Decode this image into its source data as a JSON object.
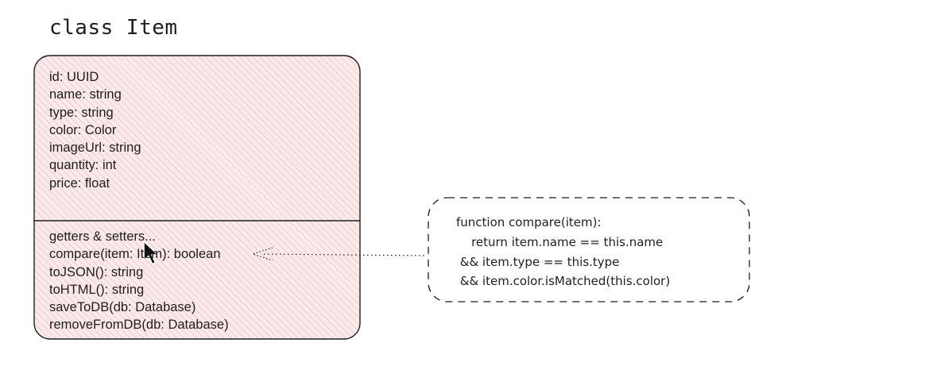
{
  "diagram": {
    "class_title": "class Item",
    "fields": [
      "id: UUID",
      "name: string",
      "type: string",
      "color: Color",
      "imageUrl: string",
      "quantity: int",
      "price: float"
    ],
    "methods": [
      "getters & setters...",
      "compare(item: Item): boolean",
      "toJSON(): string",
      "toHTML(): string",
      "saveToDB(db: Database)",
      "removeFromDB(db: Database)"
    ],
    "note_lines": [
      "function compare(item):",
      "    return item.name == this.name",
      " && item.type == this.type",
      " && item.color.isMatched(this.color)"
    ]
  },
  "colors": {
    "stroke": "#1e1e1e",
    "class_fill": "#fbeaea",
    "hatch": "#e7b8b8",
    "text": "#1e1e1e"
  },
  "icons": {
    "cursor": "mouse-pointer-icon"
  }
}
